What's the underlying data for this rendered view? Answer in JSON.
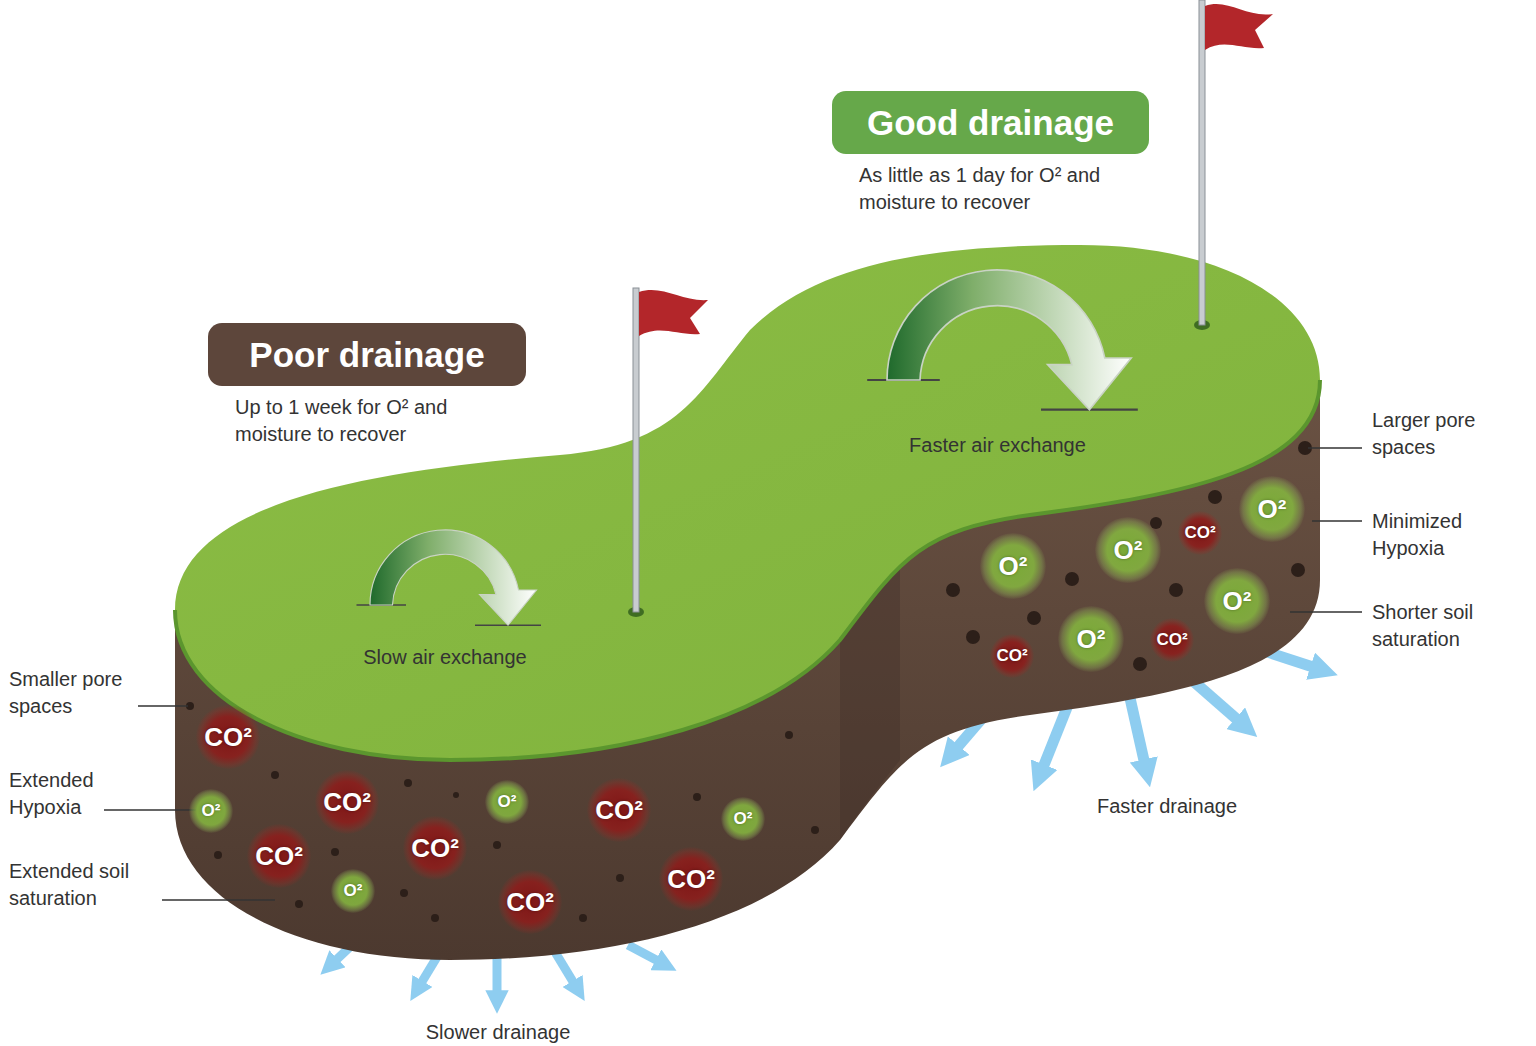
{
  "diagram": {
    "nodes": [
      {
        "text": [
          "Poor drainage",
          "Up to 1 week for O² and moisture to recover"
        ]
      },
      {
        "text": [
          "Good drainage",
          "As little as 1 day for O² and moisture to recover"
        ]
      },
      {
        "text": [
          "CO²"
        ]
      },
      {
        "text": [
          "O²"
        ]
      },
      {
        "text": [
          "CO²"
        ]
      },
      {
        "text": [
          "CO²"
        ]
      },
      {
        "text": [
          "O²"
        ]
      },
      {
        "text": [
          "CO²"
        ]
      },
      {
        "text": [
          "O²"
        ]
      },
      {
        "text": [
          "CO²"
        ]
      },
      {
        "text": [
          "CO²"
        ]
      },
      {
        "text": [
          "O²"
        ]
      },
      {
        "text": [
          "CO²"
        ]
      },
      {
        "text": [
          "O²"
        ]
      },
      {
        "text": [
          "CO²"
        ]
      },
      {
        "text": [
          "O²"
        ]
      },
      {
        "text": [
          "O²"
        ]
      },
      {
        "text": [
          "CO²"
        ]
      },
      {
        "text": [
          "CO²"
        ]
      },
      {
        "text": [
          "O²"
        ]
      },
      {
        "text": [
          "O²"
        ]
      }
    ],
    "labels": [
      "Slow air exchange",
      "Faster air exchange",
      "Smaller pore spaces",
      "Extended Hypoxia",
      "Extended soil saturation",
      "Larger pore spaces",
      "Minimized Hypoxia",
      "Shorter soil saturation",
      "Faster drainage",
      "Slower drainage"
    ]
  }
}
